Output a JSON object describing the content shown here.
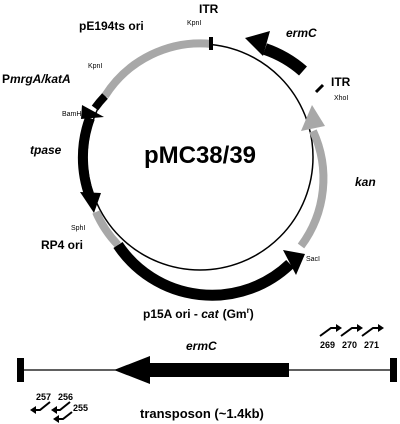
{
  "plasmid": {
    "name": "pMC38/39",
    "features": {
      "ermC": "ermC",
      "kan": "kan",
      "tpase": "tpase",
      "pE194ts_ori": "pE194ts ori",
      "promoter_prefix": "P",
      "promoter_name": "mrgA/katA",
      "rp4_ori": "RP4 ori",
      "p15a_label": "p15A ori - ",
      "cat_label": "cat",
      "gm_label": "(Gm",
      "gm_superscript": "r",
      "gm_close": ")",
      "itr_top": "ITR",
      "itr_right": "ITR"
    },
    "sites": {
      "kpnI_top": "KpnI",
      "kpnI_left": "KpnI",
      "bamHI": "BamHI",
      "sphI": "SphI",
      "xhoI": "XhoI",
      "sacI": "SacI"
    }
  },
  "transposon": {
    "gene": "ermC",
    "caption": "transposon (~1.4kb)",
    "primers_right": [
      "269",
      "270",
      "271"
    ],
    "primers_left": [
      "257",
      "256",
      "255"
    ]
  },
  "colors": {
    "black": "#000000",
    "gray": "#a8a8a8",
    "background": "#ffffff"
  }
}
